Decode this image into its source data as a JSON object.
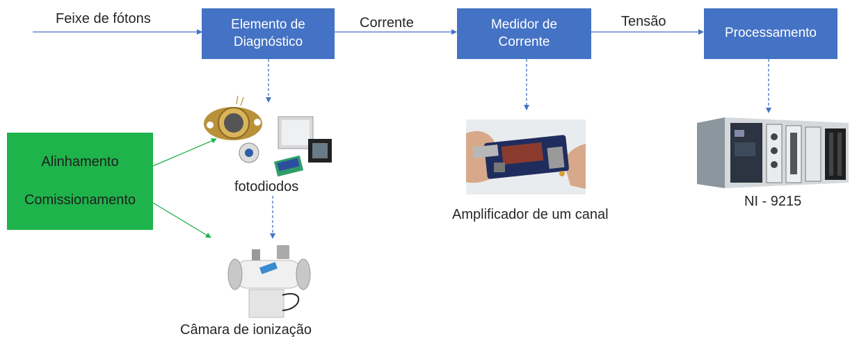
{
  "flow": {
    "input_label": "Feixe de fótons",
    "box1_text": "Elemento de\nDiagnóstico",
    "edge1_label": "Corrente",
    "box2_text": "Medidor de\nCorrente",
    "edge2_label": "Tensão",
    "box3_text": "Processamento"
  },
  "side": {
    "line1": "Alinhamento",
    "line2": "Comissionamento"
  },
  "images": {
    "photodiodes_caption": "fotodiodos",
    "chamber_caption": "Câmara de ionização",
    "amplifier_caption": "Amplificador de um canal",
    "daq_caption": "NI - 9215"
  },
  "colors": {
    "box_fill": "#4472c4",
    "side_fill": "#1fb34b",
    "arrow_blue": "#4472c4",
    "arrow_green": "#1fb34b"
  }
}
